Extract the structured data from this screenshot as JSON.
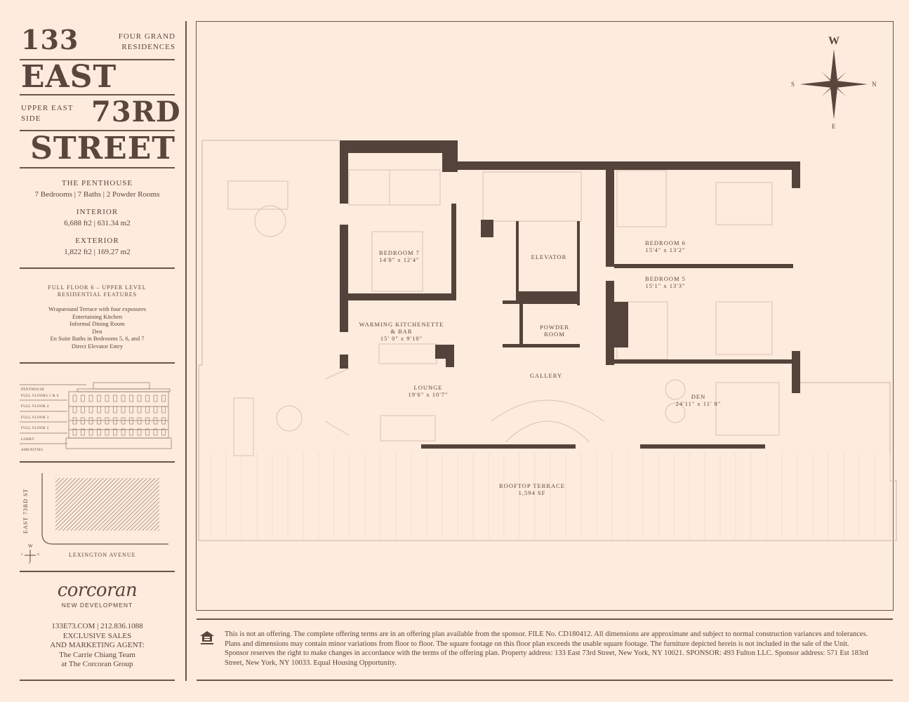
{
  "header": {
    "number": "133",
    "tagline": "FOUR GRAND RESIDENCES",
    "east": "EAST",
    "neighborhood": "UPPER EAST SIDE",
    "street_num": "73RD",
    "street": "STREET"
  },
  "unit": {
    "name": "THE PENTHOUSE",
    "rooms": "7 Bedrooms | 7 Baths | 2 Powder Rooms",
    "interior_label": "INTERIOR",
    "interior": "6,688 ft2 | 631.34 m2",
    "exterior_label": "EXTERIOR",
    "exterior": "1,822 ft2 | 169.27 m2"
  },
  "features": {
    "title": "FULL FLOOR 6 – UPPER LEVEL",
    "subtitle": "RESIDENTIAL FEATURES",
    "items": [
      "Wraparound Terrace with four exposures",
      "Entertaining Kitchen",
      "Informal Dining Room",
      "Den",
      "En Suite Baths in Bedrooms 5, 6, and 7",
      "Direct Elevator Entry"
    ]
  },
  "elevation": {
    "floors": [
      "PENTHOUSE",
      "FULL FLOORS 5 & 6",
      "FULL FLOOR 4",
      "FULL FLOOR 3",
      "FULL FLOOR 2",
      "LOBBY",
      "AMENITIES"
    ]
  },
  "site_map": {
    "side_street": "EAST 73RD ST",
    "avenue": "LEXINGTON AVENUE",
    "compass": {
      "w": "W",
      "s": "S",
      "n": "N",
      "e": "E"
    }
  },
  "brand": {
    "logo": "corcoran",
    "division": "NEW DEVELOPMENT"
  },
  "contact": {
    "line1": "133E73.COM | 212.836.1088",
    "line2": "EXCLUSIVE SALES",
    "line3": "AND MARKETING AGENT:",
    "line4": "The Carrie Chiang Team",
    "line5": "at The Corcoran Group"
  },
  "compass": {
    "w": "W",
    "s": "S",
    "n": "N",
    "e": "E"
  },
  "rooms": {
    "bedroom7": {
      "name": "BEDROOM 7",
      "dim": "14'8\" x 12'4\""
    },
    "elevator": {
      "name": "ELEVATOR"
    },
    "bedroom6": {
      "name": "BEDROOM 6",
      "dim": "15'4\" x 13'2\""
    },
    "bedroom5": {
      "name": "BEDROOM 5",
      "dim": "15'1\" x 13'3\""
    },
    "kitchen": {
      "name": "WARMING KITCHENETTE",
      "name2": "& BAR",
      "dim": "15' 0\" x 9'10\""
    },
    "powder": {
      "name": "POWDER",
      "name2": "ROOM"
    },
    "gallery": {
      "name": "GALLERY"
    },
    "lounge": {
      "name": "LOUNGE",
      "dim": "19'6\" x 10'7\""
    },
    "den": {
      "name": "DEN",
      "dim": "24'11\" x 11' 8\""
    },
    "terrace": {
      "name": "ROOFTOP TERRACE",
      "dim": "1,594 SF"
    }
  },
  "disclaimer": "This is not an offering. The complete offering terms are in an offering plan available from the sponsor. FILE No. CD180412. All dimensions are approximate and subject to normal construction variances and tolerances. Plans and dimensions may contain minor variations from floor to floor. The square footage on this floor plan exceeds the usable square footage. The furniture depicted herein is not included in the sale of the Unit. Sponsor reserves the right to make changes in accordance with the terms of the offering plan.  Property address: 133 East 73rd Street, New York, NY 10021. SPONSOR: 493 Fulton LLC. Sponsor address: 571 Est 183rd Street, New York, NY 10033. Equal Housing Opportunity.",
  "colors": {
    "background": "#fdebdd",
    "text": "#5a463c",
    "walls": "#54433a",
    "linework": "#d9c2b2"
  }
}
